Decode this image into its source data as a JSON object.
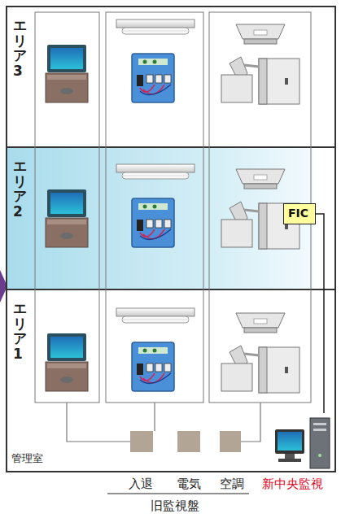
{
  "diagram": {
    "nodes": [
      {
        "text": [
          "エリア3"
        ]
      },
      {
        "text": [
          "エリア2"
        ]
      },
      {
        "text": [
          "エリア1"
        ]
      },
      {
        "text": [
          "FIC"
        ],
        "in": 1
      },
      {
        "text": [
          "新中央監視"
        ]
      }
    ],
    "edges": [
      {
        "from": 3,
        "to": 4,
        "arrow": "none"
      }
    ],
    "labels": [
      "管理室",
      "入退",
      "電気",
      "空調",
      "旧監視盤"
    ]
  }
}
